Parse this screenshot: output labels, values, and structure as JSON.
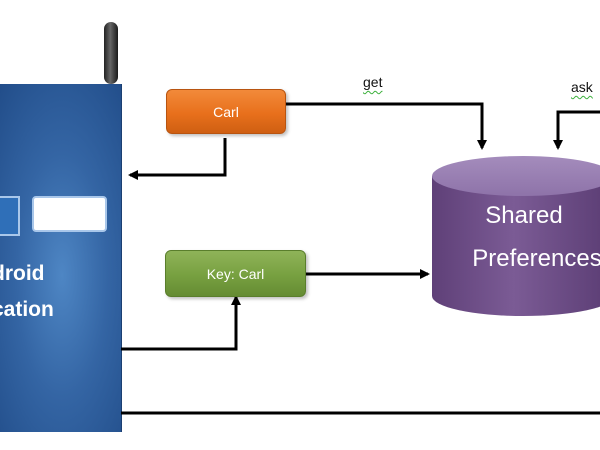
{
  "app": {
    "label_line_1": "droid",
    "label_line_2": "cation"
  },
  "nodes": {
    "value_box": "Carl",
    "key_box": "Key: Carl",
    "store_line_1": "Shared",
    "store_line_2": "Preferences"
  },
  "edges": {
    "get_label": "get",
    "ask_label": "ask"
  },
  "colors": {
    "app_blue": "#3465a4",
    "value_orange": "#e8701c",
    "key_green": "#77a040",
    "store_purple": "#7a5a94",
    "arrow": "#000000"
  }
}
